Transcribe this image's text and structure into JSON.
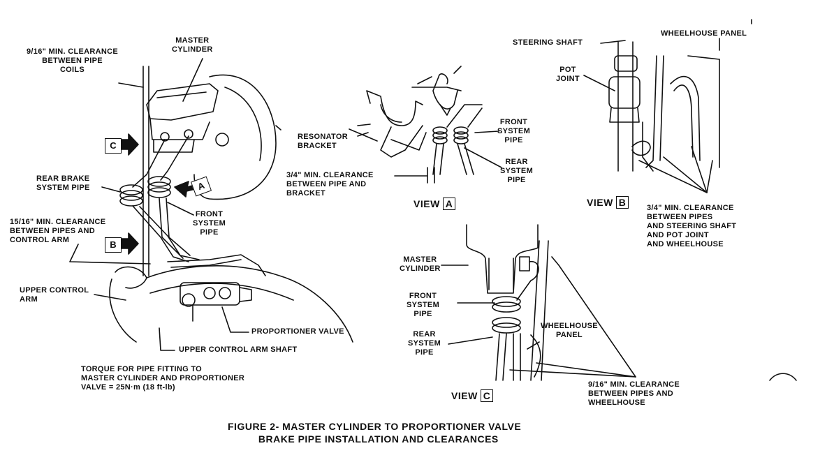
{
  "main_view": {
    "label_clearance_coils": "9/16\" MIN. CLEARANCE\nBETWEEN PIPE\nCOILS",
    "label_master_cylinder": "MASTER\nCYLINDER",
    "label_rear_brake_pipe": "REAR BRAKE\nSYSTEM PIPE",
    "label_front_system_pipe": "FRONT\nSYSTEM\nPIPE",
    "label_clearance_control_arm": "15/16\" MIN. CLEARANCE\nBETWEEN PIPES AND\nCONTROL ARM",
    "label_upper_control_arm": "UPPER CONTROL\nARM",
    "label_proportioner_valve": "PROPORTIONER VALVE",
    "label_upper_control_arm_shaft": "UPPER CONTROL ARM SHAFT",
    "torque_note": "TORQUE FOR PIPE FITTING TO\nMASTER CYLINDER AND PROPORTIONER\nVALVE = 25N·m (18 ft-lb)",
    "arrow_a": "A",
    "arrow_b": "B",
    "arrow_c": "C"
  },
  "view_a": {
    "title": "VIEW",
    "letter": "A",
    "label_resonator_bracket": "RESONATOR\nBRACKET",
    "label_clearance": "3/4\" MIN. CLEARANCE\nBETWEEN PIPE AND\nBRACKET",
    "label_front_system_pipe": "FRONT\nSYSTEM\nPIPE",
    "label_rear_system_pipe": "REAR\nSYSTEM\nPIPE"
  },
  "view_b": {
    "title": "VIEW",
    "letter": "B",
    "label_steering_shaft": "STEERING SHAFT",
    "label_wheelhouse_panel": "WHEELHOUSE PANEL",
    "label_pot_joint": "POT\nJOINT",
    "label_clearance": "3/4\" MIN. CLEARANCE\nBETWEEN PIPES\nAND STEERING SHAFT\nAND POT JOINT\nAND WHEELHOUSE"
  },
  "view_c": {
    "title": "VIEW",
    "letter": "C",
    "label_master_cylinder": "MASTER\nCYLINDER",
    "label_front_system_pipe": "FRONT\nSYSTEM\nPIPE",
    "label_rear_system_pipe": "REAR\nSYSTEM\nPIPE",
    "label_wheelhouse_panel": "WHEELHOUSE\nPANEL",
    "label_clearance": "9/16\" MIN. CLEARANCE\nBETWEEN PIPES AND\nWHEELHOUSE"
  },
  "figure_caption": "FIGURE 2- MASTER CYLINDER TO PROPORTIONER VALVE\n          BRAKE PIPE INSTALLATION AND CLEARANCES"
}
